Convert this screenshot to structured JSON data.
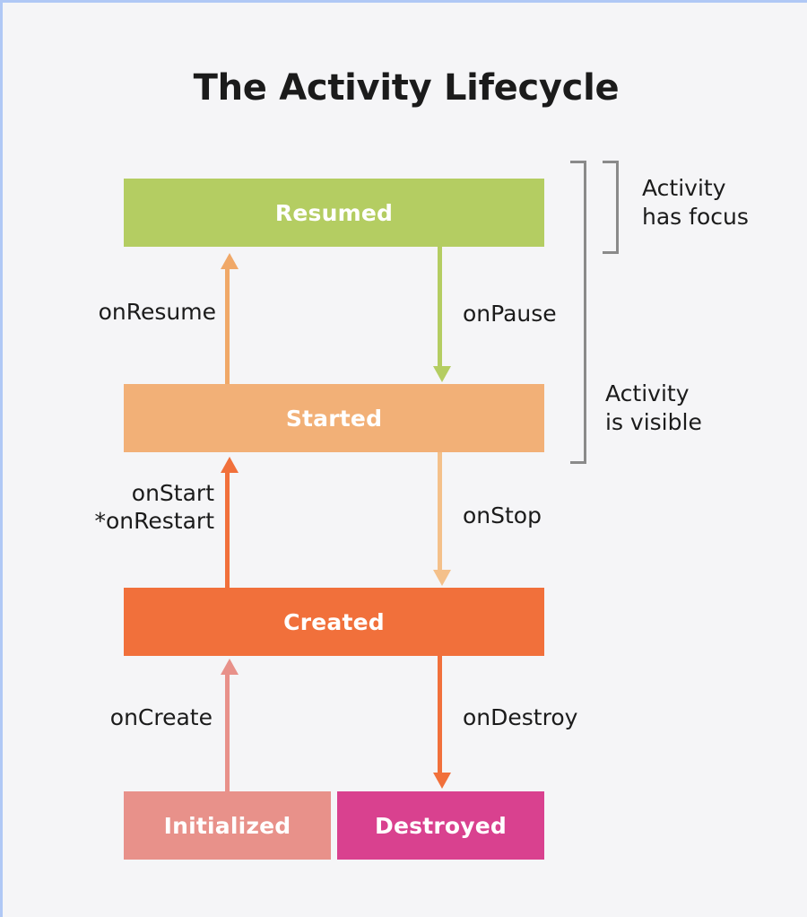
{
  "page": {
    "title": "The Activity Lifecycle",
    "background_color": "#f5f5f7",
    "accent_border_color": "#b0c8f5"
  },
  "states": [
    {
      "id": "resumed",
      "label": "Resumed",
      "color": "#b4cd62"
    },
    {
      "id": "started",
      "label": "Started",
      "color": "#f2b077"
    },
    {
      "id": "created",
      "label": "Created",
      "color": "#f1703b"
    },
    {
      "id": "initialized",
      "label": "Initialized",
      "color": "#e8918a"
    },
    {
      "id": "destroyed",
      "label": "Destroyed",
      "color": "#d9418f"
    }
  ],
  "transitions": [
    {
      "id": "onresume",
      "label": "onResume",
      "from": "Started",
      "to": "Resumed",
      "direction": "up",
      "color": "#f0a868"
    },
    {
      "id": "onpause",
      "label": "onPause",
      "from": "Resumed",
      "to": "Started",
      "direction": "down",
      "color": "#b4cd62"
    },
    {
      "id": "onstart",
      "label": "onStart\n*onRestart",
      "from": "Created",
      "to": "Started",
      "direction": "up",
      "color": "#f1703b"
    },
    {
      "id": "onstop",
      "label": "onStop",
      "from": "Started",
      "to": "Created",
      "direction": "down",
      "color": "#f4c08a"
    },
    {
      "id": "oncreate",
      "label": "onCreate",
      "from": "Initialized",
      "to": "Created",
      "direction": "up",
      "color": "#e8918a"
    },
    {
      "id": "ondestroy",
      "label": "onDestroy",
      "from": "Created",
      "to": "Destroyed",
      "direction": "down",
      "color": "#f1703b"
    }
  ],
  "groups": [
    {
      "id": "has-focus",
      "label": "Activity\nhas focus",
      "covers": [
        "Resumed"
      ]
    },
    {
      "id": "is-visible",
      "label": "Activity\nis visible",
      "covers": [
        "Resumed",
        "Started"
      ]
    }
  ]
}
